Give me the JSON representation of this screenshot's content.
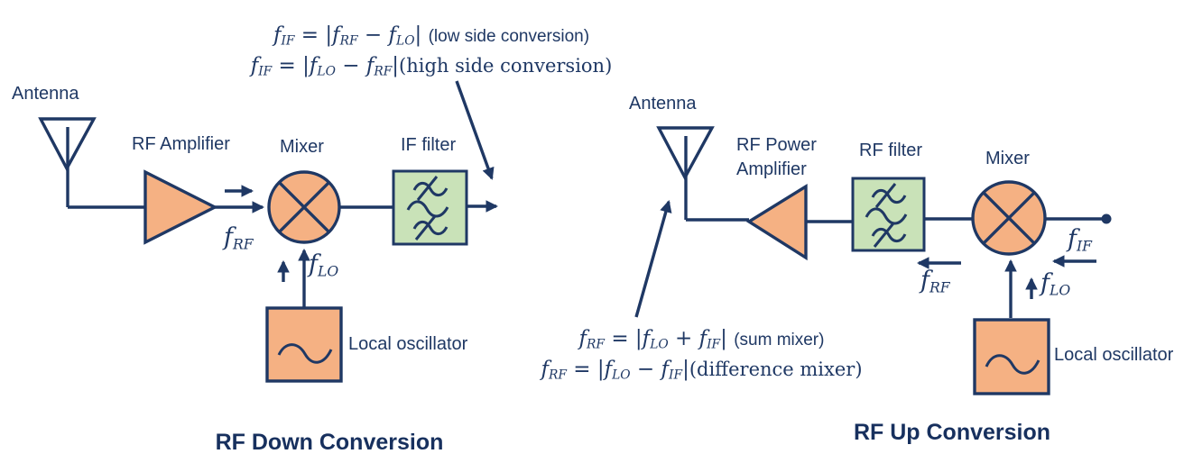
{
  "colors": {
    "navy": "#1F3864",
    "orange_fill": "#F5B183",
    "green_fill": "#C9E2B8"
  },
  "down": {
    "antenna_label": "Antenna",
    "amplifier_label": "RF Amplifier",
    "mixer_label": "Mixer",
    "filter_label": "IF filter",
    "oscillator_label": "Local oscillator",
    "f_rf": {
      "base": "f",
      "sub": "RF"
    },
    "f_lo": {
      "base": "f",
      "sub": "LO"
    },
    "title": "RF Down Conversion",
    "eq1": {
      "lhs": "f",
      "lhs_sub": "IF",
      "rel": " = |",
      "t1": "f",
      "t1_sub": "RF",
      "op": " − ",
      "t2": "f",
      "t2_sub": "LO",
      "close": "| ",
      "note": "(low side conversion)"
    },
    "eq2": {
      "lhs": "f",
      "lhs_sub": "IF",
      "rel": " = |",
      "t1": "f",
      "t1_sub": "LO",
      "op": " − ",
      "t2": "f",
      "t2_sub": "RF",
      "close": "|",
      "note": "(high side conversion)"
    }
  },
  "up": {
    "antenna_label": "Antenna",
    "amplifier_label_line1": "RF Power",
    "amplifier_label_line2": "Amplifier",
    "filter_label": "RF filter",
    "mixer_label": "Mixer",
    "oscillator_label": "Local oscillator",
    "f_rf": {
      "base": "f",
      "sub": "RF"
    },
    "f_if": {
      "base": "f",
      "sub": "IF"
    },
    "f_lo": {
      "base": "f",
      "sub": "LO"
    },
    "title": "RF Up Conversion",
    "eq1": {
      "lhs": "f",
      "lhs_sub": "RF",
      "rel": " = |",
      "t1": "f",
      "t1_sub": "LO",
      "op": " + ",
      "t2": "f",
      "t2_sub": "IF",
      "close": "| ",
      "note": "(sum mixer)"
    },
    "eq2": {
      "lhs": "f",
      "lhs_sub": "RF",
      "rel": " = |",
      "t1": "f",
      "t1_sub": "LO",
      "op": " − ",
      "t2": "f",
      "t2_sub": "IF",
      "close": "|",
      "note": "(difference mixer)"
    }
  }
}
